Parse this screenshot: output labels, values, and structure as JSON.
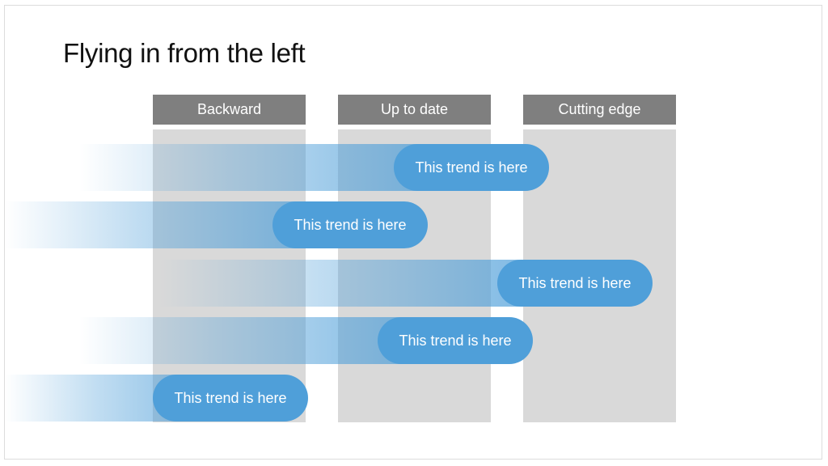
{
  "slide": {
    "title": "Flying in from the left"
  },
  "colors": {
    "header": "#7f7f7f",
    "column": "#d9d9d9",
    "pill": "#4f9fd9",
    "trail": "#4f9fd9"
  },
  "columns": [
    {
      "label": "Backward"
    },
    {
      "label": "Up to date"
    },
    {
      "label": "Cutting edge"
    }
  ],
  "trends": [
    {
      "label": "This trend is here"
    },
    {
      "label": "This trend is here"
    },
    {
      "label": "This trend is here"
    },
    {
      "label": "This trend is here"
    },
    {
      "label": "This trend is here"
    }
  ]
}
